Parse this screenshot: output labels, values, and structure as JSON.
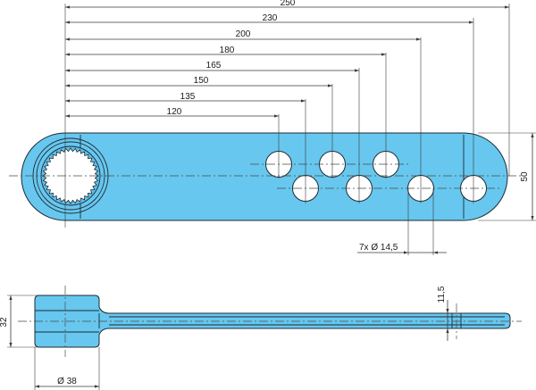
{
  "drawing": {
    "title": "",
    "colors": {
      "part_fill": "#67c7ef",
      "outline": "#1d2b34",
      "dimension": "#3a3a3a"
    },
    "horizontal_dimensions": [
      {
        "label": "250",
        "value": 250
      },
      {
        "label": "230",
        "value": 230
      },
      {
        "label": "200",
        "value": 200
      },
      {
        "label": "180",
        "value": 180
      },
      {
        "label": "165",
        "value": 165
      },
      {
        "label": "150",
        "value": 150
      },
      {
        "label": "135",
        "value": 135
      },
      {
        "label": "120",
        "value": 120
      }
    ],
    "arm_width": {
      "label": "50",
      "value": 50
    },
    "holes": {
      "label": "7x Ø 14,5",
      "count": 7,
      "diameter": 14.5
    },
    "side_view": {
      "thickness": {
        "label": "32",
        "value": 32
      },
      "arm_thickness": {
        "label": "11,5",
        "value": 11.5
      },
      "hub_diameter": {
        "label": "Ø 38",
        "value": 38
      }
    }
  }
}
